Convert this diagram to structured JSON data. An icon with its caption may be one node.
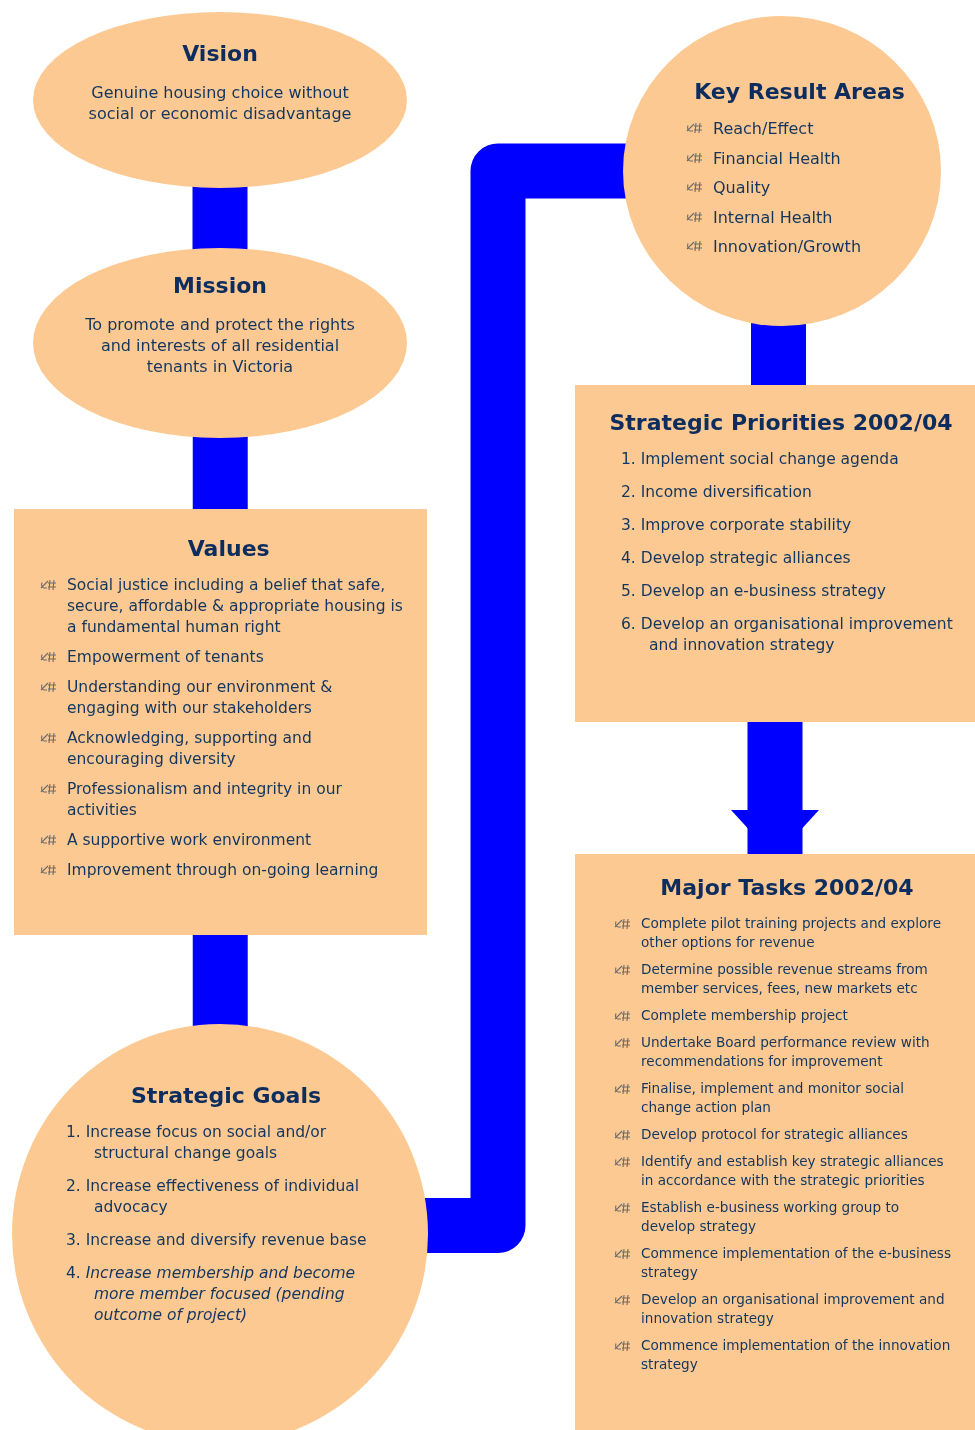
{
  "diagram": {
    "nodes": [
      {
        "text": [
          "Vision",
          "Genuine housing choice without social or economic disadvantage"
        ]
      },
      {
        "text": [
          "Mission",
          "To promote and protect the rights and interests of all residential tenants in Victoria"
        ]
      },
      {
        "text": [
          "Values",
          "Social justice including a belief that safe, secure, affordable & appropriate housing is a fundamental human right",
          "Empowerment of tenants",
          "Understanding our environment & engaging with our stakeholders",
          "Acknowledging, supporting and encouraging diversity",
          "Professionalism and integrity in our activities",
          "A supportive work environment",
          "Improvement through on-going learning"
        ]
      },
      {
        "text": [
          "Strategic Goals",
          "1. Increase focus on social and/or structural change goals",
          "2. Increase effectiveness of individual advocacy",
          "3. Increase and diversify revenue base",
          "4. *Increase membership and become more member focused (pending outcome of project)*"
        ]
      },
      {
        "text": [
          "Key Result Areas",
          "Reach/Effect",
          "Financial Health",
          "Quality",
          "Internal Health",
          "Innovation/Growth"
        ]
      },
      {
        "text": [
          "Strategic Priorities 2002/04",
          "1. Implement social change agenda",
          "2. Income diversification",
          "3. Improve corporate stability",
          "4. Develop strategic alliances",
          "5. Develop an e-business strategy",
          "6. Develop an organisational improvement and innovation strategy"
        ]
      },
      {
        "text": [
          "Major Tasks 2002/04",
          "Complete pilot training projects and explore other options for revenue",
          "Determine possible revenue streams from member services, fees, new markets etc",
          "Complete membership project",
          "Undertake Board performance review with recommendations for improvement",
          "Finalise, implement and monitor social change action plan",
          "Develop protocol for strategic alliances",
          "Identify and establish key strategic alliances in accordance with the strategic priorities",
          "Establish e-business working group to develop strategy",
          "Commence implementation of the e-business strategy",
          "Develop an organisational improvement and innovation strategy",
          "Commence implementation of the innovation strategy"
        ]
      }
    ],
    "edges": [
      {
        "from": 0,
        "to": 1,
        "arrow": "none"
      },
      {
        "from": 1,
        "to": 2,
        "arrow": "none"
      },
      {
        "from": 2,
        "to": 3,
        "arrow": "none"
      },
      {
        "from": 3,
        "to": 4,
        "arrow": "none"
      },
      {
        "from": 4,
        "to": 5,
        "arrow": "none"
      },
      {
        "from": 5,
        "to": 6,
        "arrow": "to"
      }
    ]
  }
}
